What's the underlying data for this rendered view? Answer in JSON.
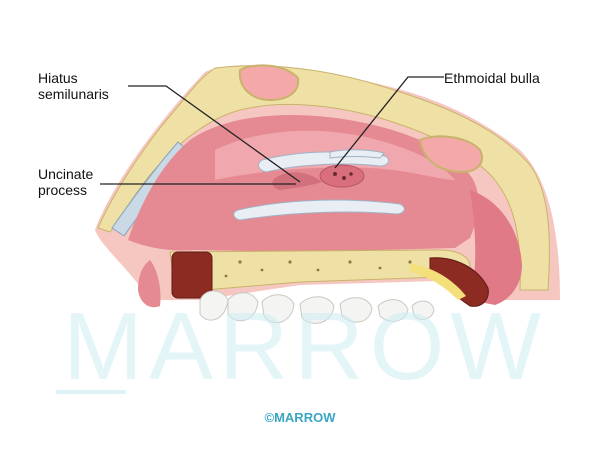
{
  "labels": {
    "hiatus_semilunaris": "Hiatus\nsemilunaris",
    "ethmoidal_bulla": "Ethmoidal bulla",
    "uncinate_process": "Uncinate\nprocess"
  },
  "watermark": "MARROW",
  "copyright": "©MARROW",
  "colors": {
    "mucosa": "#e58a92",
    "mucosa_light": "#f2aeb4",
    "bone": "#efe1a6",
    "bone_dark": "#d9c47a",
    "marrow": "#8c2b22",
    "turbinate_white": "#e8eef4",
    "teeth": "#f4f4f2",
    "watermark": "#cfeef4",
    "brand": "#3aa6c4"
  }
}
